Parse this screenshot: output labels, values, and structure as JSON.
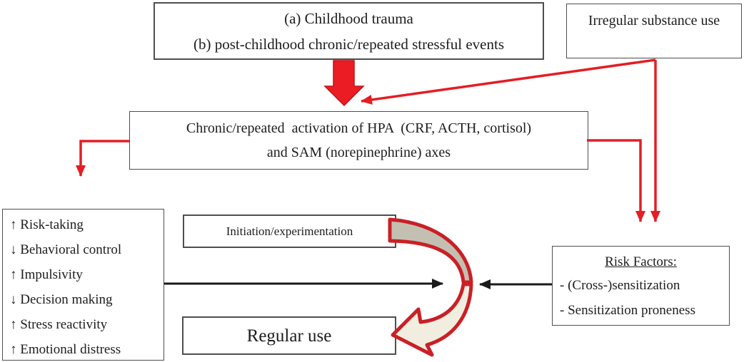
{
  "diagram_title": "Stress and substance use pathway diagram",
  "boxes": {
    "trauma": {
      "line1": "(a) Childhood trauma",
      "line2": "(b) post-childhood chronic/repeated stressful events"
    },
    "irregular_use": {
      "label": "Irregular substance use"
    },
    "hpa": {
      "line1": "Chronic/repeated  activation of HPA  (CRF, ACTH, cortisol)",
      "line2": "and SAM (norepinephrine) axes"
    },
    "effects": {
      "items": [
        "↑ Risk-taking",
        "↓ Behavioral control",
        "↑ Impulsivity",
        "↓ Decision making",
        "↑ Stress reactivity",
        "↑ Emotional distress"
      ]
    },
    "initiation": {
      "label": "Initiation/experimentation"
    },
    "regular_use": {
      "label": "Regular use"
    },
    "risk_factors": {
      "title": "Risk Factors:",
      "items": [
        "- (Cross-)sensitization",
        "- Sensitization proneness"
      ]
    }
  },
  "arrows": {
    "red_block_arrow": "trauma box to HPA box",
    "red_diagonal": "irregular substance use to HPA activation",
    "red_vertical": "irregular substance use to risk factors",
    "red_elbow_right": "HPA box to risk factors",
    "red_elbow_left": "HPA box to effects box",
    "black_left": "effects to transition point",
    "black_right": "risk factors to transition point",
    "curved_transition": "initiation/experimentation to regular use"
  },
  "colors": {
    "arrow_red": "#e31e25",
    "curve_red": "#c92026",
    "curve_gray_fill": "#c3c0b2",
    "curve_cream_fill": "#f2eedf",
    "black": "#1a1a1a",
    "box_border": "#4d4e50"
  }
}
